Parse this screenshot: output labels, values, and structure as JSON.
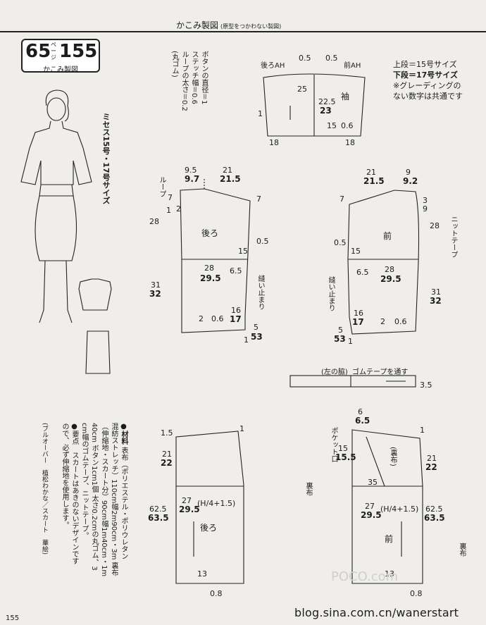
{
  "header": {
    "title": "かこみ製図",
    "subtitle": "(原型をつかわない製図)",
    "badge_number_1": "65",
    "badge_page": "ページ",
    "badge_number_2": "155",
    "badge_caption": "かこみ製図"
  },
  "size_note": {
    "line1": "上段＝15号サイズ",
    "line2": "下段＝17号サイズ",
    "line3": "※グレーディングの",
    "line4": "ない数字は共通です"
  },
  "model_caption": "ミセス15号・17号サイズ",
  "button_note": [
    "ボタンの直径＝1",
    "ステッチ幅＝0.6",
    "ループの太さ＝0.2",
    "(丸ゴム)"
  ],
  "materials": {
    "heading": "●材料",
    "lines": [
      "表布（ポリエステル・ポリウレタン",
      "混紡ストレッチ）110cm幅2m90cm・3m 裏布",
      "（伸縮地・スカート分）90cm幅1m40cm・1m",
      "40cm ボタン1cm1個 太さ0.2cmの丸ゴム、3",
      "cm幅のゴムテープ、ニットテープ。",
      "●要点　スカートはあきのないデザインです",
      "ので、必ず伸縮地を使用します。"
    ],
    "credit": "(ブルオーバー　植松わかな／スカート　華絵)"
  },
  "sleeve": {
    "back_ah": "後ろAH",
    "front_ah": "前AH",
    "label": "袖",
    "top_left": "0.5",
    "top_right": "0.5",
    "cap_left": "25",
    "cap15": "22.5",
    "cap17": "23",
    "side": "1",
    "cuff_l": "15",
    "cuff_r": "0.6",
    "hem_l": "18",
    "hem_r": "18"
  },
  "back_bodice": {
    "label": "後ろ",
    "loop_label": "ループ",
    "neck15": "9.5",
    "neck17": "9.7",
    "shoulder15": "21",
    "shoulder17": "21.5",
    "n1": "1",
    "n2": "2",
    "n7a": "7",
    "n7b": "7",
    "len28": "28",
    "n05": "0.5",
    "n15": "15",
    "n65": "6.5",
    "bust15": "28",
    "bust17": "29.5",
    "len31": "31",
    "len32": "32",
    "slit_label": "縫い止まり",
    "s16": "16",
    "s17": "17",
    "h2": "2",
    "h06": "0.6",
    "h5": "5",
    "h53": "53",
    "h1": "1"
  },
  "front_bodice": {
    "label": "前",
    "knit_tape": "ニットテープ",
    "shoulder15": "21",
    "shoulder17": "21.5",
    "neck15": "9",
    "neck17": "9.2",
    "n7": "7",
    "n3": "3",
    "n9": "9",
    "len28": "28",
    "n05": "0.5",
    "n15": "15",
    "n65": "6.5",
    "bust15": "28",
    "bust17": "29.5",
    "len31": "31",
    "len32": "32",
    "slit_label": "縫い止まり",
    "s16": "16",
    "s17": "17",
    "h2": "2",
    "h06": "0.6",
    "h5": "5",
    "h53": "53",
    "h1": "1"
  },
  "waistband": {
    "left_label": "(左の脇)",
    "tape_label": "ゴムテープを通す",
    "width": "3.5"
  },
  "skirt_back": {
    "label": "後ろ",
    "n15": "1.5",
    "n1": "1",
    "hip15": "21",
    "hip17": "22",
    "w15": "27",
    "w17": "29.5",
    "formula": "(H/4+1.5)",
    "len15": "62.5",
    "len17": "63.5",
    "hem13": "13",
    "hem08": "0.8"
  },
  "skirt_front": {
    "label": "前",
    "pocket": "ポケット口",
    "lining": "(裏布)",
    "n6": "6",
    "n65": "6.5",
    "n15": "15",
    "n155": "15.5",
    "n1": "1",
    "hip15": "21",
    "hip17": "22",
    "w35": "35",
    "w15": "27",
    "w17": "29.5",
    "formula": "(H/4+1.5)",
    "len15": "62.5",
    "len17": "63.5",
    "hem13": "13",
    "hem08": "0.8",
    "side_label_1": "裏布",
    "side_label_2": "裏布"
  },
  "footer": {
    "page_number": "155",
    "url": "blog.sina.com.cn/wanerstart",
    "watermark": "POCO.com"
  }
}
